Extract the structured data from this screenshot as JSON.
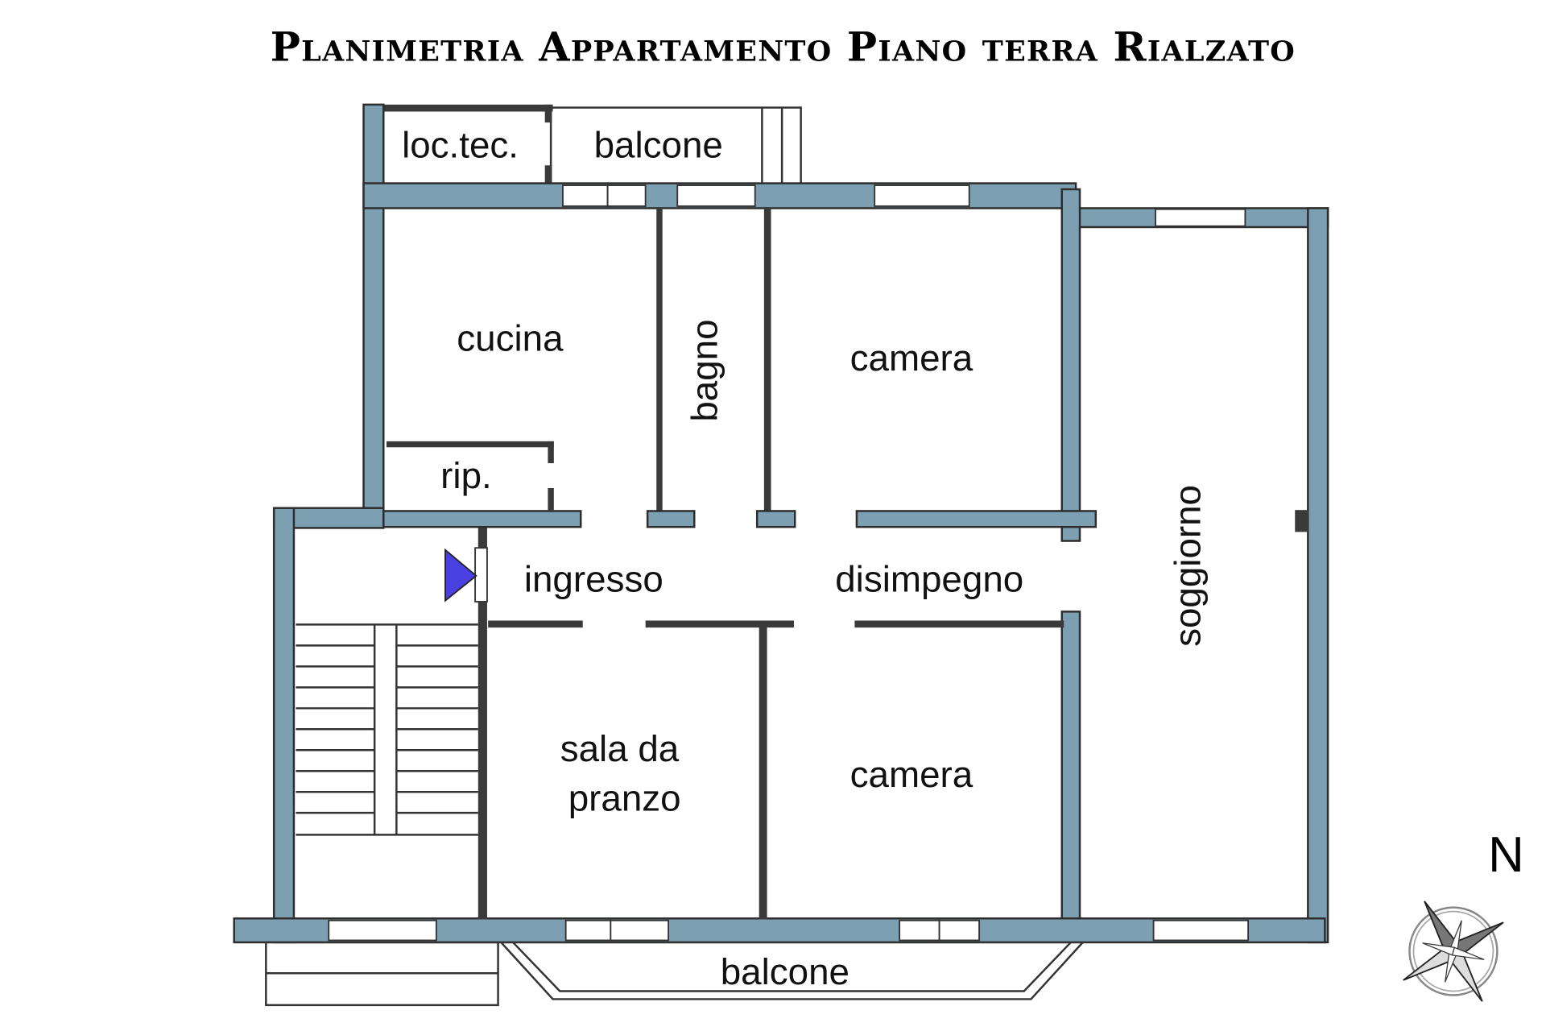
{
  "title": "Planimetria Appartamento Piano terra Rialzato",
  "rooms": {
    "loc_tec": "loc.tec.",
    "balcone_top": "balcone",
    "cucina": "cucina",
    "bagno": "bagno",
    "camera_top": "camera",
    "rip": "rip.",
    "ingresso": "ingresso",
    "disimpegno": "disimpegno",
    "soggiorno": "soggiorno",
    "sala_line1": "sala da",
    "sala_line2": "pranzo",
    "camera_bottom": "camera",
    "balcone_bottom": "balcone"
  },
  "compass": {
    "label": "N"
  },
  "colors": {
    "wall": "#7d9fb2",
    "entrance_marker": "#4a3fe0"
  }
}
